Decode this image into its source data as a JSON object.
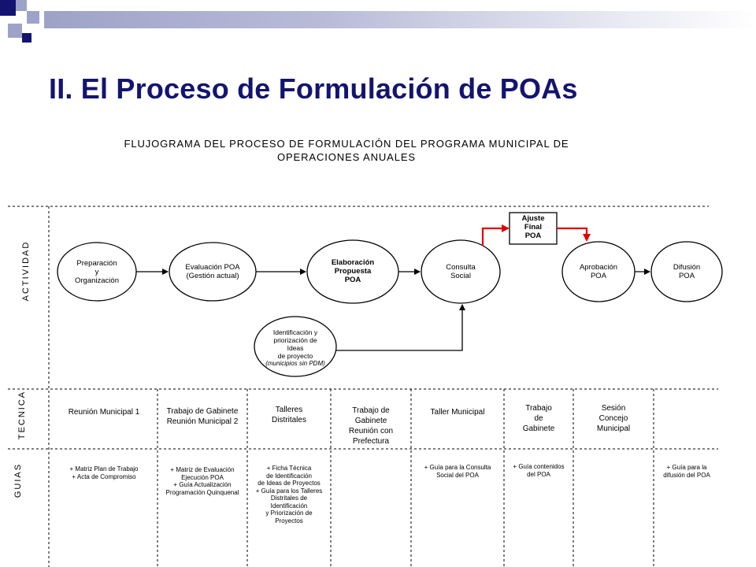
{
  "slide": {
    "title": "II. El Proceso de Formulación de POAs",
    "accent_color": "#141470",
    "bar_color": "#9ea2c8"
  },
  "flowchart": {
    "title_line1": "FLUJOGRAMA DEL PROCESO DE FORMULACIÓN DEL PROGRAMA MUNICIPAL DE",
    "title_line2": "OPERACIONES ANUALES",
    "lanes": {
      "actividad": "ACTIVIDAD",
      "tecnica": "TECNICA",
      "guias": "GUIAS"
    },
    "nodes": {
      "preparacion": [
        "Preparación",
        "y",
        "Organización"
      ],
      "evaluacion": [
        "Evaluación POA",
        "(Gestión actual)"
      ],
      "elaboracion": [
        "Elaboración",
        "Propuesta",
        "POA"
      ],
      "consulta": [
        "Consulta",
        "Social"
      ],
      "ajuste": [
        "Ajuste",
        "Final",
        "POA"
      ],
      "aprobacion": [
        "Aprobación",
        "POA"
      ],
      "difusion": [
        "Difusión",
        "POA"
      ],
      "identificacion": [
        "Identificación y",
        "priorización de",
        "Ideas",
        "de proyecto"
      ],
      "identificacion_note": "(municipios sin PDM)"
    },
    "tecnica": {
      "col1": [
        "Reunión Municipal 1"
      ],
      "col2": [
        "Trabajo de Gabinete",
        "Reunión Municipal 2"
      ],
      "col3": [
        "Talleres",
        "Distritales"
      ],
      "col4": [
        "Trabajo de",
        "Gabinete",
        "Reunión con",
        "Prefectura"
      ],
      "col5": [
        "Taller Municipal"
      ],
      "col6": [
        "Trabajo",
        "de",
        "Gabinete"
      ],
      "col7": [
        "Sesión",
        "Concejo",
        "Municipal"
      ]
    },
    "guias": {
      "col1": [
        "+ Matriz Plan de Trabajo",
        "+ Acta de Compromiso"
      ],
      "col2": [
        "+ Matriz de Evaluación",
        "Ejecución POA",
        "+ Guía Actualización",
        "Programación Quinquenal"
      ],
      "col3": [
        "+ Ficha Técnica",
        "de Identificación",
        "de Ideas de Proyectos",
        "+ Guía para los Talleres",
        "Distritales de",
        "Identificación",
        "y Priorización de",
        "Proyectos"
      ],
      "col5": [
        "+ Guía para la Consulta",
        "Social del POA"
      ],
      "col6": [
        "+ Guía contenidos",
        "del POA"
      ],
      "col8": [
        "+ Guía para la",
        "difusión del POA"
      ]
    },
    "colors": {
      "arrow_red": "#e00000",
      "line": "#000000"
    }
  }
}
